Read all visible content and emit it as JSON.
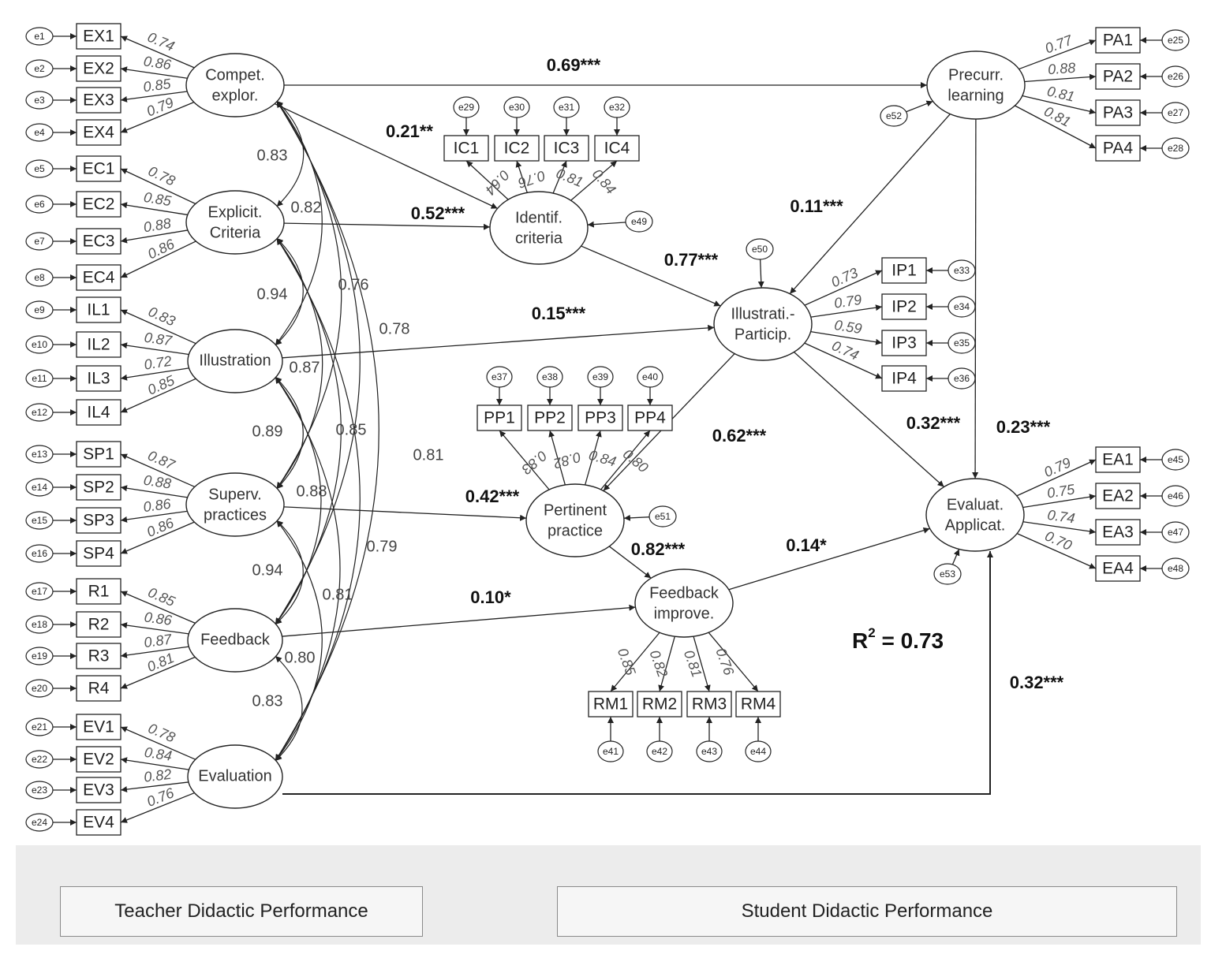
{
  "latents": {
    "CE": [
      "Compet.",
      "explor."
    ],
    "EC": [
      "Explicit.",
      "Criteria"
    ],
    "IL": [
      "Illustration"
    ],
    "SP": [
      "Superv.",
      "practices"
    ],
    "FB": [
      "Feedback"
    ],
    "EV": [
      "Evaluation"
    ],
    "ID": [
      "Identif.",
      "criteria"
    ],
    "IP": [
      "Illustrati.-",
      "Particip."
    ],
    "PP": [
      "Pertinent",
      "practice"
    ],
    "FI": [
      "Feedback",
      "improve."
    ],
    "PL": [
      "Precurr.",
      "learning"
    ],
    "EA": [
      "Evaluat.",
      "Applicat."
    ]
  },
  "left_groups": [
    {
      "latent": "CE",
      "indicators": [
        [
          "e1",
          "EX1",
          "0.74"
        ],
        [
          "e2",
          "EX2",
          "0.86"
        ],
        [
          "e3",
          "EX3",
          "0.85"
        ],
        [
          "e4",
          "EX4",
          "0.79"
        ]
      ]
    },
    {
      "latent": "EC",
      "indicators": [
        [
          "e5",
          "EC1",
          "0.78"
        ],
        [
          "e6",
          "EC2",
          "0.85"
        ],
        [
          "e7",
          "EC3",
          "0.88"
        ],
        [
          "e8",
          "EC4",
          "0.86"
        ]
      ]
    },
    {
      "latent": "IL",
      "indicators": [
        [
          "e9",
          "IL1",
          "0.83"
        ],
        [
          "e10",
          "IL2",
          "0.87"
        ],
        [
          "e11",
          "IL3",
          "0.72"
        ],
        [
          "e12",
          "IL4",
          "0.85"
        ]
      ]
    },
    {
      "latent": "SP",
      "indicators": [
        [
          "e13",
          "SP1",
          "0.87"
        ],
        [
          "e14",
          "SP2",
          "0.88"
        ],
        [
          "e15",
          "SP3",
          "0.86"
        ],
        [
          "e16",
          "SP4",
          "0.86"
        ]
      ]
    },
    {
      "latent": "FB",
      "indicators": [
        [
          "e17",
          "R1",
          "0.85"
        ],
        [
          "e18",
          "R2",
          "0.86"
        ],
        [
          "e19",
          "R3",
          "0.87"
        ],
        [
          "e20",
          "R4",
          "0.81"
        ]
      ]
    },
    {
      "latent": "EV",
      "indicators": [
        [
          "e21",
          "EV1",
          "0.78"
        ],
        [
          "e22",
          "EV2",
          "0.84"
        ],
        [
          "e23",
          "EV3",
          "0.82"
        ],
        [
          "e24",
          "EV4",
          "0.76"
        ]
      ]
    }
  ],
  "top_groups": [
    {
      "latent": "ID",
      "indicators": [
        [
          "e29",
          "IC1",
          "0.64"
        ],
        [
          "e30",
          "IC2",
          "0.76"
        ],
        [
          "e31",
          "IC3",
          "0.81"
        ],
        [
          "e32",
          "IC4",
          "0.84"
        ]
      ]
    },
    {
      "latent": "PP",
      "indicators": [
        [
          "e37",
          "PP1",
          "0.83"
        ],
        [
          "e38",
          "PP2",
          "0.82"
        ],
        [
          "e39",
          "PP3",
          "0.84"
        ],
        [
          "e40",
          "PP4",
          "0.80"
        ]
      ]
    }
  ],
  "bottom_group": {
    "latent": "FI",
    "indicators": [
      [
        "e41",
        "RM1",
        "0.85"
      ],
      [
        "e42",
        "RM2",
        "0.82"
      ],
      [
        "e43",
        "RM3",
        "0.81"
      ],
      [
        "e44",
        "RM4",
        "0.76"
      ]
    ]
  },
  "right_groups": [
    {
      "latent": "PL",
      "indicators": [
        [
          "e25",
          "PA1",
          "0.77"
        ],
        [
          "e26",
          "PA2",
          "0.88"
        ],
        [
          "e27",
          "PA3",
          "0.81"
        ],
        [
          "e28",
          "PA4",
          "0.81"
        ]
      ]
    },
    {
      "latent": "IP",
      "indicators": [
        [
          "e33",
          "IP1",
          "0.73"
        ],
        [
          "e34",
          "IP2",
          "0.79"
        ],
        [
          "e35",
          "IP3",
          "0.59"
        ],
        [
          "e36",
          "IP4",
          "0.74"
        ]
      ]
    },
    {
      "latent": "EA",
      "indicators": [
        [
          "e45",
          "EA1",
          "0.79"
        ],
        [
          "e46",
          "EA2",
          "0.75"
        ],
        [
          "e47",
          "EA3",
          "0.74"
        ],
        [
          "e48",
          "EA4",
          "0.70"
        ]
      ]
    }
  ],
  "disturbances": [
    {
      "latent": "ID",
      "label": "e49"
    },
    {
      "latent": "IP",
      "label": "e50"
    },
    {
      "latent": "PP",
      "label": "e51"
    },
    {
      "latent": "PL",
      "label": "e52"
    },
    {
      "latent": "EA",
      "label": "e53"
    }
  ],
  "correlations": [
    "0.83",
    "0.82",
    "0.94",
    "0.76",
    "0.78",
    "0.87",
    "0.89",
    "0.85",
    "0.81",
    "0.88",
    "0.94",
    "0.79",
    "0.81",
    "0.80",
    "0.83"
  ],
  "paths": [
    {
      "from": "CE",
      "to": "PL",
      "coef": "0.69***"
    },
    {
      "from": "CE",
      "to": "ID",
      "coef": "0.21**"
    },
    {
      "from": "EC",
      "to": "ID",
      "coef": "0.52***"
    },
    {
      "from": "ID",
      "to": "IP",
      "coef": "0.77***"
    },
    {
      "from": "IL",
      "to": "IP",
      "coef": "0.15***"
    },
    {
      "from": "PL",
      "to": "IP",
      "coef": "0.11***"
    },
    {
      "from": "IP",
      "to": "PP",
      "coef": "0.62***"
    },
    {
      "from": "IP",
      "to": "EA",
      "coef": "0.32***"
    },
    {
      "from": "PL",
      "to": "EA",
      "coef": "0.23***"
    },
    {
      "from": "SP",
      "to": "PP",
      "coef": "0.42***"
    },
    {
      "from": "PP",
      "to": "FI",
      "coef": "0.82***"
    },
    {
      "from": "FB",
      "to": "FI",
      "coef": "0.10*"
    },
    {
      "from": "FI",
      "to": "EA",
      "coef": "0.14*"
    },
    {
      "from": "EV",
      "to": "EA",
      "coef": "0.32***"
    }
  ],
  "r2": {
    "prefix": "R",
    "sup": "2",
    "value": " = 0.73"
  },
  "legend": {
    "teacher": "Teacher Didactic Performance",
    "student": "Student Didactic Performance"
  },
  "colors": {
    "line": "#222222",
    "band": "#ececec",
    "box_border": "#8a8a8a"
  }
}
